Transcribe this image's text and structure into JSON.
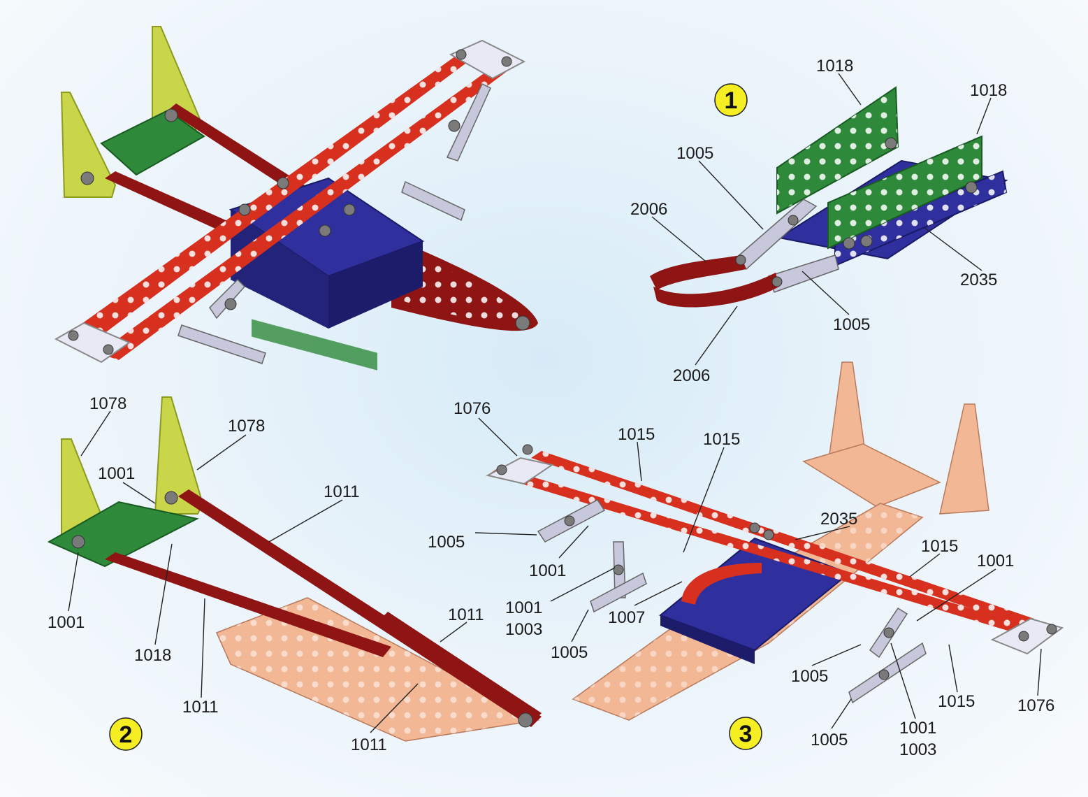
{
  "colors": {
    "red": "#d7301f",
    "dark_red": "#8f1414",
    "blue": "#2f2f9e",
    "green": "#2e8a3a",
    "yellow_green": "#c9d64a",
    "silver": "#c8c8dc",
    "peach": "#f2b896",
    "badge": "#f4ee22"
  },
  "steps": [
    {
      "number": "1"
    },
    {
      "number": "2"
    },
    {
      "number": "3"
    }
  ],
  "labels": [
    "1018",
    "1018",
    "1005",
    "2006",
    "2035",
    "1005",
    "2006",
    "1078",
    "1078",
    "1001",
    "1011",
    "1001",
    "1018",
    "1011",
    "1011",
    "1011",
    "1076",
    "1015",
    "1015",
    "2035",
    "1005",
    "1001",
    "1001",
    "1003",
    "1007",
    "1005",
    "1015",
    "1001",
    "1005",
    "1005",
    "1001",
    "1003",
    "1015",
    "1076"
  ]
}
